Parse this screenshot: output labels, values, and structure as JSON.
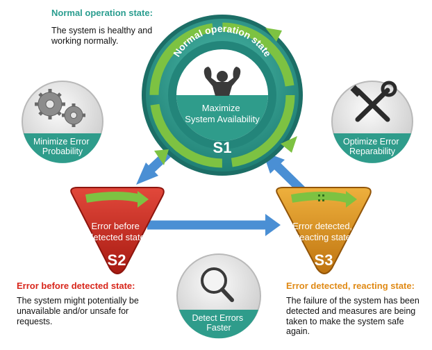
{
  "states": {
    "s1": {
      "badge": "S1",
      "ring_label": "Normal operation state",
      "center_label": [
        "Maximize",
        "System Availability"
      ],
      "desc_title": "Normal operation state:",
      "desc_text": "The system is healthy and working normally."
    },
    "s2": {
      "badge": "S2",
      "center_label": [
        "Error before",
        "detected state"
      ],
      "desc_title": "Error before detected state:",
      "desc_text": "The system might potentially be unavailable and/or unsafe for requests."
    },
    "s3": {
      "badge": "S3",
      "center_label": [
        "Error detected,",
        "reacting state"
      ],
      "desc_title": "Error detected, reacting state:",
      "desc_text": "The failure of the system has been detected and measures are being taken to make the system safe again."
    }
  },
  "goals": {
    "minimize": [
      "Minimize Error",
      "Probability"
    ],
    "optimize": [
      "Optimize Error",
      "Reparability"
    ],
    "detect": [
      "Detect Errors",
      "Faster"
    ]
  },
  "colors": {
    "teal": "#2f9c8b",
    "dark_teal": "#1c6e66",
    "red": "#c92a1f",
    "orange": "#d98f1d",
    "green_arrow": "#7dc242",
    "blue_arrow": "#4a8fd4",
    "gray_bubble": "#dcdcdc"
  }
}
